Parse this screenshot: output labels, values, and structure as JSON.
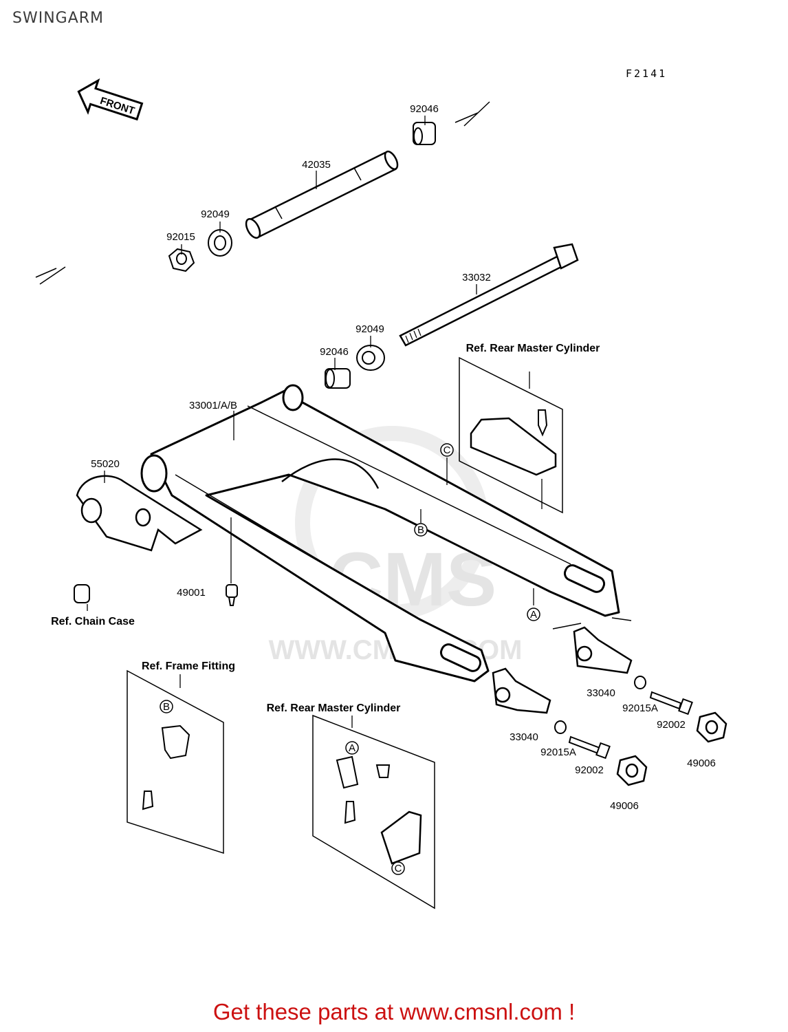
{
  "header": {
    "title": "SWINGARM",
    "figure_code": "F2141"
  },
  "arrow_label": "FRONT",
  "watermark": {
    "url": "WWW.CMSNL.COM",
    "logo": "CMS"
  },
  "parts": [
    {
      "id": "p-92046-top",
      "number": "92046"
    },
    {
      "id": "p-42035",
      "number": "42035"
    },
    {
      "id": "p-92049-left",
      "number": "92049"
    },
    {
      "id": "p-92015",
      "number": "92015"
    },
    {
      "id": "p-33032",
      "number": "33032"
    },
    {
      "id": "p-92049-mid",
      "number": "92049"
    },
    {
      "id": "p-92046-mid",
      "number": "92046"
    },
    {
      "id": "p-33001",
      "number": "33001/A/B"
    },
    {
      "id": "p-55020",
      "number": "55020"
    },
    {
      "id": "p-49001",
      "number": "49001"
    },
    {
      "id": "p-33040-right",
      "number": "33040"
    },
    {
      "id": "p-92015a-right",
      "number": "92015A"
    },
    {
      "id": "p-92002-right",
      "number": "92002"
    },
    {
      "id": "p-49006-right",
      "number": "49006"
    },
    {
      "id": "p-33040-left",
      "number": "33040"
    },
    {
      "id": "p-92015a-left",
      "number": "92015A"
    },
    {
      "id": "p-92002-left",
      "number": "92002"
    },
    {
      "id": "p-49006-left",
      "number": "49006"
    }
  ],
  "references": {
    "rear_master_cylinder_top": "Ref. Rear Master Cylinder",
    "chain_case": "Ref. Chain Case",
    "frame_fitting": "Ref. Frame Fitting",
    "rear_master_cylinder_bottom": "Ref. Rear Master Cylinder"
  },
  "markers": {
    "a": "A",
    "b": "B",
    "c": "C"
  },
  "footer": {
    "cta": "Get these parts at www.cmsnl.com !"
  }
}
